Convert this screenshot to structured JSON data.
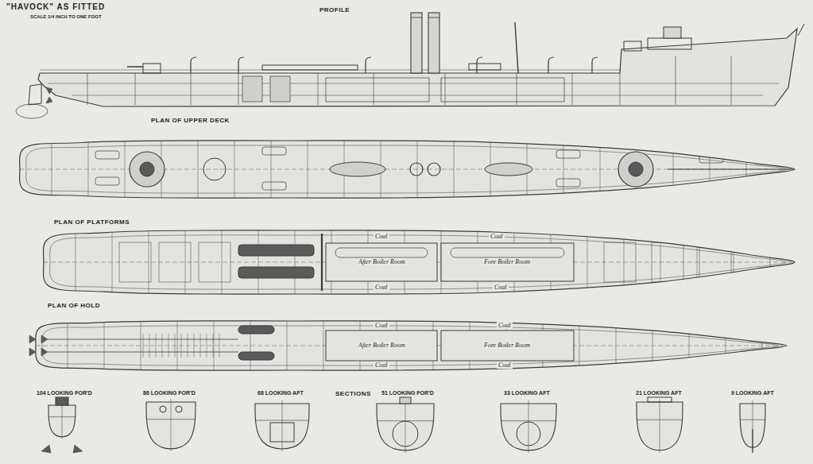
{
  "diagram": {
    "title": "\"HAVOCK\" AS FITTED",
    "labels": [
      "SCALE 1/4 INCH TO ONE FOOT",
      "PROFILE",
      "PLAN OF UPPER DECK",
      "PLAN OF PLATFORMS",
      "Coal",
      "Coal",
      "After Boiler Room",
      "Fore Boiler Room",
      "Coal",
      "Coal",
      "PLAN OF HOLD",
      "Coal",
      "Coal",
      "After Boiler Room",
      "Fore Boiler Room",
      "Coal",
      "Coal",
      "SECTIONS",
      "104 LOOKING FOR'D",
      "86 LOOKING FOR'D",
      "68 LOOKING AFT",
      "51 LOOKING FOR'D",
      "33 LOOKING AFT",
      "21 LOOKING AFT",
      "9 LOOKING AFT"
    ]
  }
}
